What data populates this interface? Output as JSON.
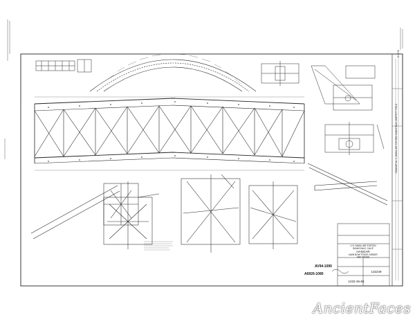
{
  "sheet": {
    "title_block": {
      "line1": "U.S. NAVAL AIR STATION",
      "line2": "SUNNYVALE, CALIF.",
      "line3": "HANGAR",
      "line4": "MAIN BOW TRUSS GIRDER",
      "line5": "AND TRUSS"
    },
    "side_title": "HANGAR No. 1, NAVAL AIR STATION SUNNYVALE, MOFFETT FIELD",
    "drawing_no": "1232-45-83",
    "sheet_no": "132249",
    "sheet_count": "19 of 22",
    "handwritten_1": "AV94-1090",
    "handwritten_2": "A6926-1080",
    "watermark": "AncientFaces"
  }
}
